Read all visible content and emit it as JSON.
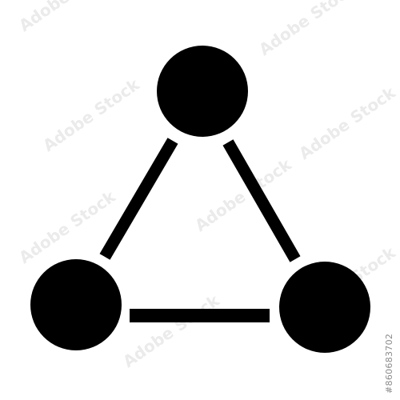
{
  "icon": {
    "name": "network-triangle-icon",
    "color": "#000000",
    "nodes": [
      "node-top",
      "node-bottom-left",
      "node-bottom-right"
    ]
  },
  "watermark": {
    "text": "Adobe Stock",
    "color": "#e9e9e9"
  },
  "stock_id": "#860683702"
}
